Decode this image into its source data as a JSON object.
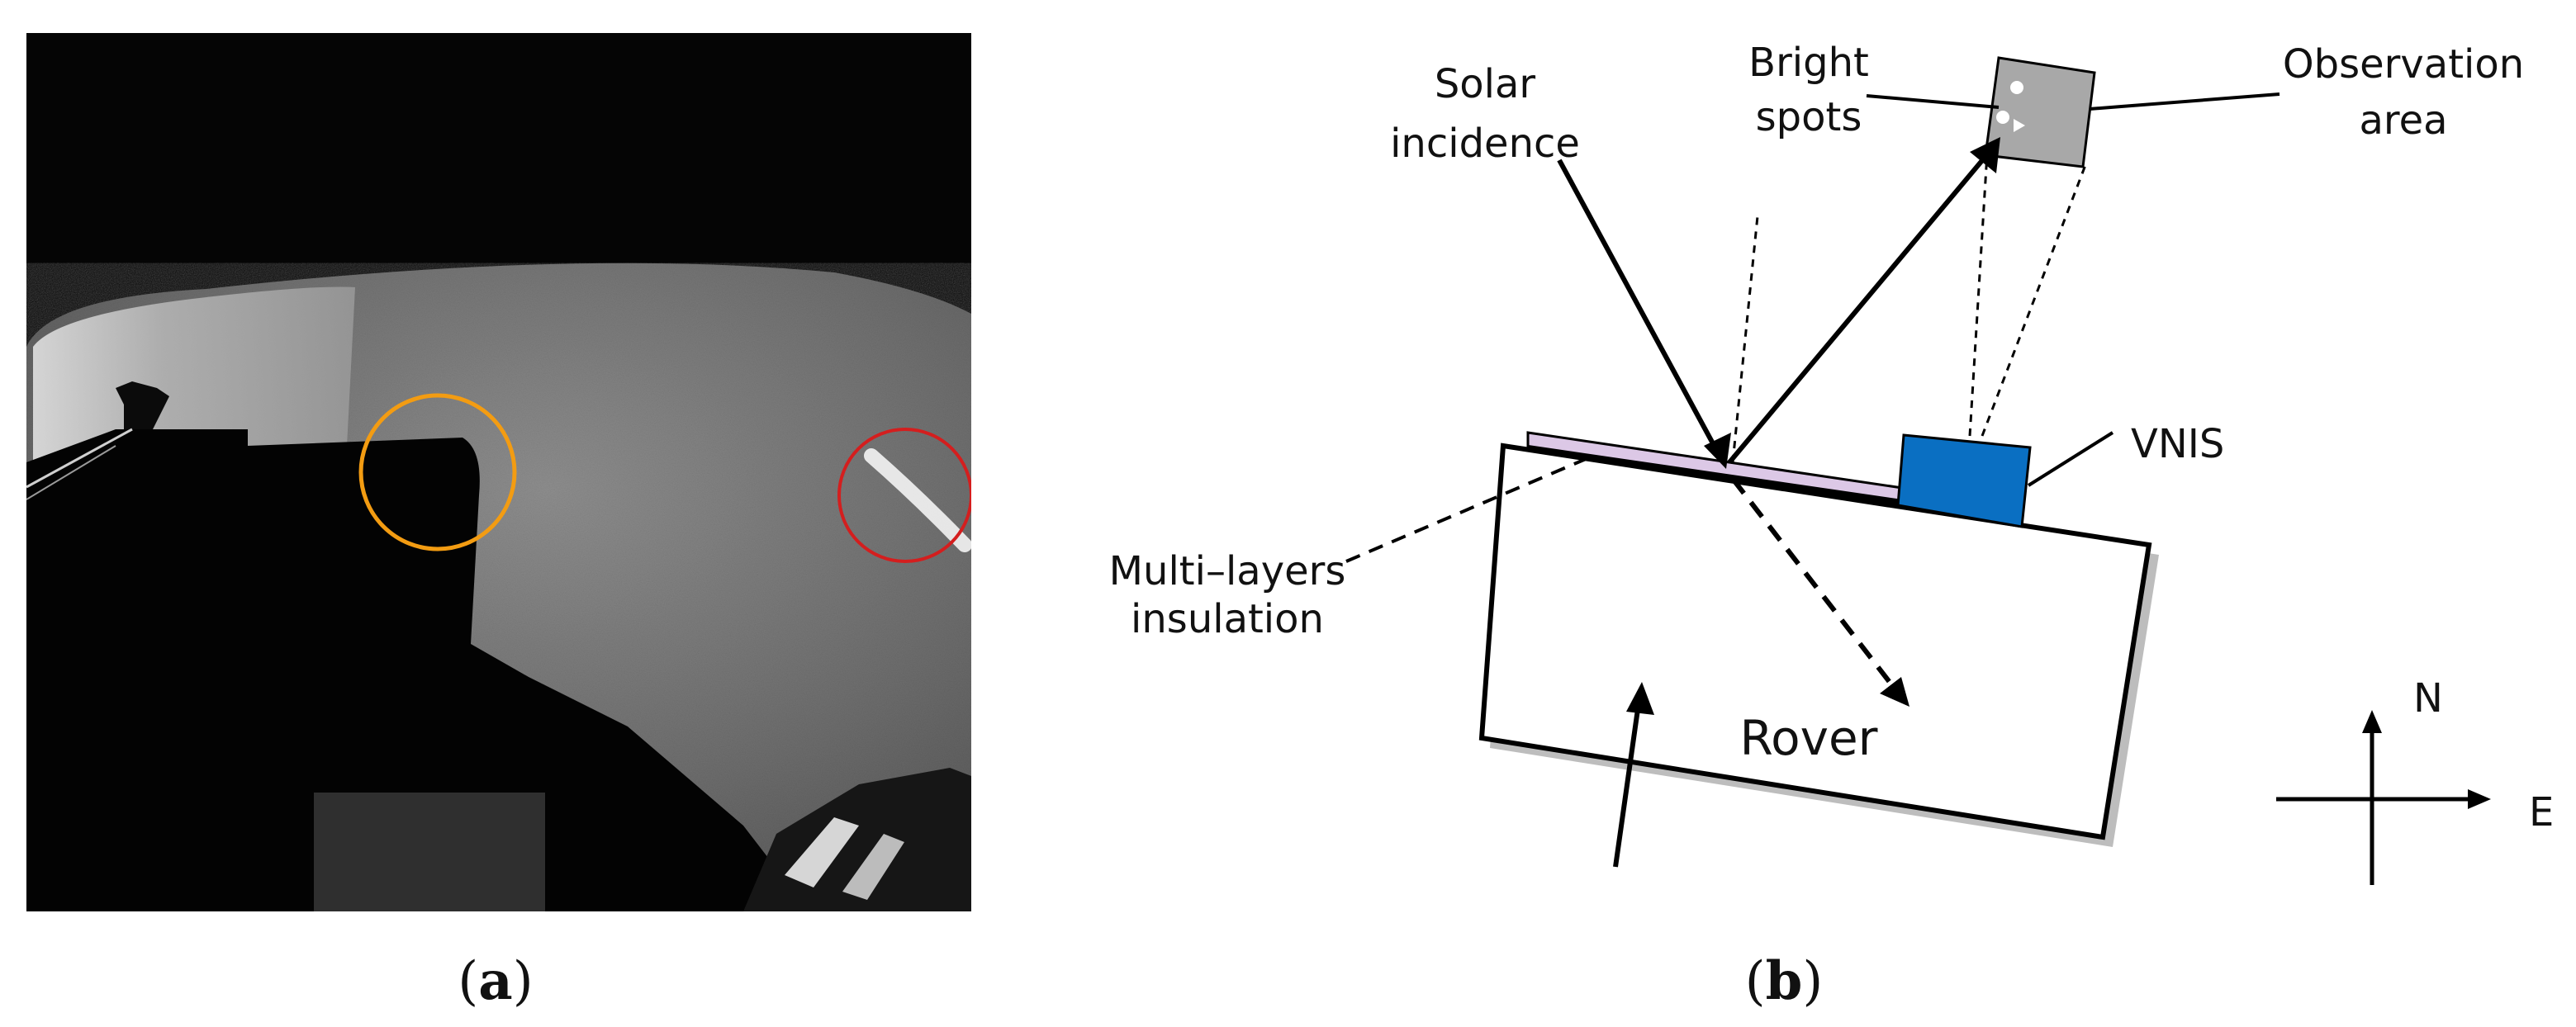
{
  "panel_a": {
    "caption_open": "(",
    "caption_letter": "a",
    "caption_close": ")",
    "marker_colors": {
      "orange_circle": "#F39C12",
      "red_circle": "#D41E1E"
    }
  },
  "panel_b": {
    "caption_open": "(",
    "caption_letter": "b",
    "caption_close": ")",
    "labels": {
      "solar_line1": "Solar",
      "solar_line2": "incidence",
      "bright_line1": "Bright",
      "bright_line2": "spots",
      "obs_line1": "Observation",
      "obs_line2": "area",
      "vnis": "VNIS",
      "mli_line1": "Multi–layers",
      "mli_line2": "insulation",
      "rover": "Rover",
      "north": "N",
      "east": "E"
    },
    "colors": {
      "vnis_fill": "#0A6FC2",
      "observation_fill": "#A8A8A8",
      "mli_fill": "#DCC8E6",
      "rover_shadow": "#BDBDBD"
    }
  }
}
